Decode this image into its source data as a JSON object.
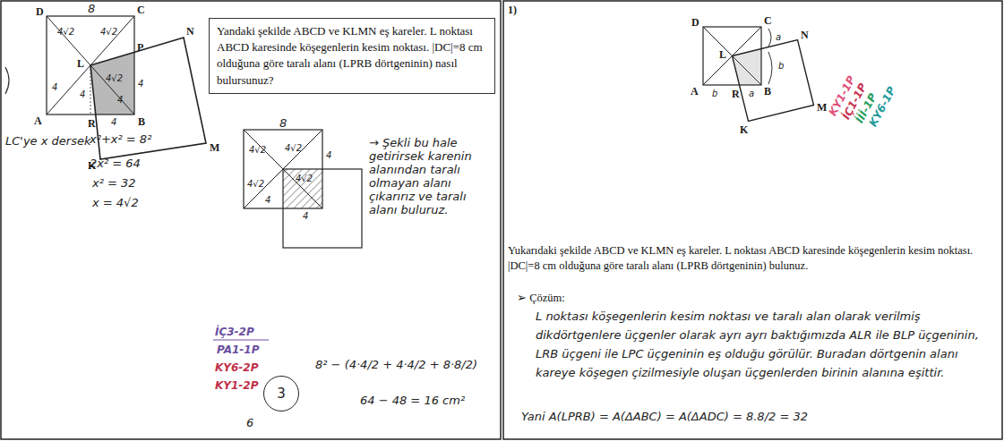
{
  "diagram": {
    "nodes": [
      {
        "text": [
          "Yandaki şekilde ABCD ve KLMN eş kareler. L noktası ABCD karesinde köşegenlerin kesim noktası. |DC|=8 cm olduğuna göre taralı alanı (LPRB dörtgeninin) nasıl bulursunuz?"
        ]
      },
      {
        "text": [
          "3"
        ]
      }
    ],
    "labels": [
      "D",
      "8",
      "C",
      "4√2",
      "4√2",
      "P",
      "N",
      "L",
      "4√2",
      "4",
      "4",
      "4",
      "4",
      "A",
      "R",
      "B",
      "4",
      "K",
      "M",
      "LC'ye x dersek",
      "x²+x² = 8²",
      "2x² = 64",
      "x² = 32",
      "x = 4√2",
      "8",
      "4√2",
      "4√2",
      "4√2",
      "4√2",
      "4",
      "4",
      "4",
      "→ Şekli bu hale getirirsek karenin alanından taralı olmayan alanı çıkarırız ve taralı alanı buluruz.",
      "8² − (4·4/2 + 4·4/2 + 8·8/2)",
      "64 − 48 = 16 cm²",
      "İÇ3-2P",
      "PA1-1P",
      "KY6-2P",
      "KY1-2P",
      "6",
      "1)",
      "D",
      "C",
      "a",
      "N",
      "L",
      "b",
      "A",
      "b",
      "R",
      "a",
      "B",
      "K",
      "M",
      "KY1-1P",
      "İÇ1-1P",
      "İİİ-1P",
      "KY6-1P",
      "Yukarıdaki şekilde ABCD ve KLMN eş kareler. L noktası ABCD karesinde köşegenlerin kesim noktası. |DC|=8 cm olduğuna göre taralı alanı (LPRB dörtgeninin) bulunuz.",
      "➢ Çözüm:",
      "L noktası köşegenlerin kesim noktası ve taralı alan olarak verilmiş dikdörtgenlere üçgenler olarak ayrı ayrı baktığımızda ALR ile BLP üçgeninin, LRB üçgeni ile LPC üçgeninin eş olduğu görülür. Buradan dörtgenin alanı kareye köşegen çizilmesiyle oluşan üçgenlerden birinin alanına eşittir.",
      "Yani A(LPRB) = A(ΔABC) = A(ΔADC) = 8.8/2 = 32"
    ]
  }
}
